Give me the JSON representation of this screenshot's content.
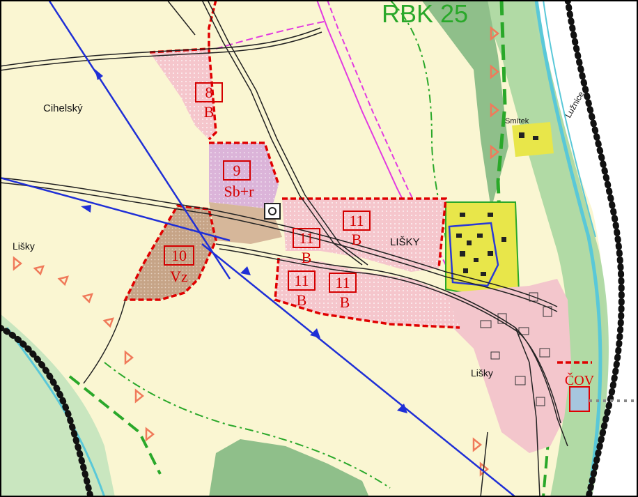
{
  "map": {
    "corner_label": "RBK 25",
    "places": {
      "cihelsky": "Cihelský",
      "lisky_west": "Lišky",
      "lisky_center": "LIŠKY",
      "lisky_village": "Lišky",
      "smitek": "Smítek",
      "luznice": "Lužnice"
    },
    "plots": {
      "p8": {
        "number": "8",
        "code": "B"
      },
      "p9": {
        "number": "9",
        "code": "Sb+r"
      },
      "p10": {
        "number": "10",
        "code": "Vz"
      },
      "p11a": {
        "number": "11",
        "code": "B"
      },
      "p11b": {
        "number": "11",
        "code": "B"
      },
      "p11c": {
        "number": "11",
        "code": "B"
      },
      "p11d": {
        "number": "11",
        "code": "B"
      }
    },
    "wwtp_label": "ČOV",
    "colors": {
      "background": "#faf6d2",
      "development_zone": "#f7c9cf",
      "brown_zone": "#c9a88c",
      "purple_zone": "#dcb3d8",
      "forest": "#9fc79a",
      "river_corridor": "#a8d7a0",
      "yellow_buildings": "#e8e64a",
      "water": "#59c8d8",
      "boundary_red": "#e00000",
      "powerline_blue": "#1f2fd6",
      "biocorridor_magenta": "#e23ae0",
      "green_dash": "#2aa82a",
      "orange_triangle": "#f07a5a"
    }
  }
}
